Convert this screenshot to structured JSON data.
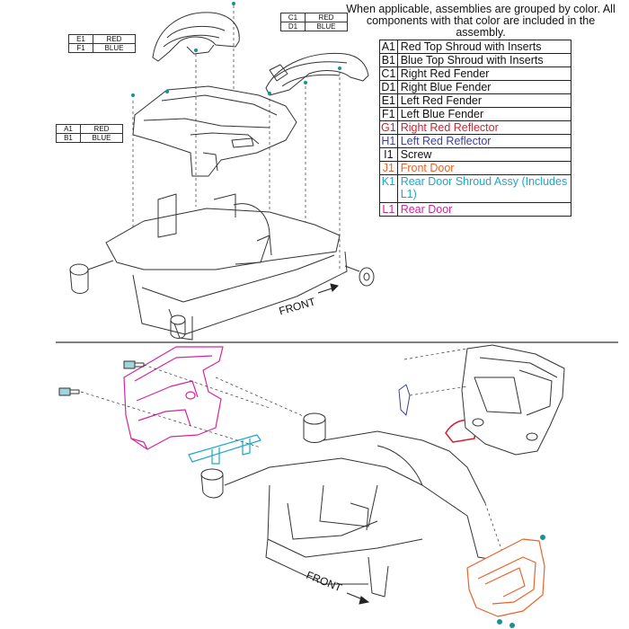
{
  "note": "When applicable, assemblies are grouped by color. All components with that color are included in the assembly.",
  "legend": [
    {
      "code": "A1",
      "desc": "Red Top Shroud with Inserts",
      "color": "#111111"
    },
    {
      "code": "B1",
      "desc": "Blue Top Shroud with Inserts",
      "color": "#111111"
    },
    {
      "code": "C1",
      "desc": "Right Red Fender",
      "color": "#111111"
    },
    {
      "code": "D1",
      "desc": "Right Blue Fender",
      "color": "#111111"
    },
    {
      "code": "E1",
      "desc": "Left Red Fender",
      "color": "#111111"
    },
    {
      "code": "F1",
      "desc": "Left Blue Fender",
      "color": "#111111"
    },
    {
      "code": "G1",
      "desc": "Right Red Reflector",
      "color": "#d4202f"
    },
    {
      "code": "H1",
      "desc": "Left Red Reflector",
      "color": "#3b3f9a"
    },
    {
      "code": "I1",
      "desc": "Screw",
      "color": "#111111"
    },
    {
      "code": "J1",
      "desc": "Front Door",
      "color": "#e8632a"
    },
    {
      "code": "K1",
      "desc": "Rear Door Shroud Assy (Includes L1)",
      "color": "#1ba8c9"
    },
    {
      "code": "L1",
      "desc": "Rear Door",
      "color": "#d6249a"
    }
  ],
  "tags": {
    "ef": [
      {
        "code": "E1",
        "color": "RED"
      },
      {
        "code": "F1",
        "color": "BLUE"
      }
    ],
    "cd": [
      {
        "code": "C1",
        "color": "RED"
      },
      {
        "code": "D1",
        "color": "BLUE"
      }
    ],
    "ab": [
      {
        "code": "A1",
        "color": "RED"
      },
      {
        "code": "B1",
        "color": "BLUE"
      }
    ]
  },
  "front_label": "FRONT",
  "colors": {
    "line": "#333333",
    "front_door": "#e8632a",
    "rear_door": "#d6249a",
    "rear_shroud": "#1ba8c9",
    "reflector_red": "#d4202f",
    "reflector_blue": "#3b3f9a",
    "screw": "#1a8f9a"
  }
}
